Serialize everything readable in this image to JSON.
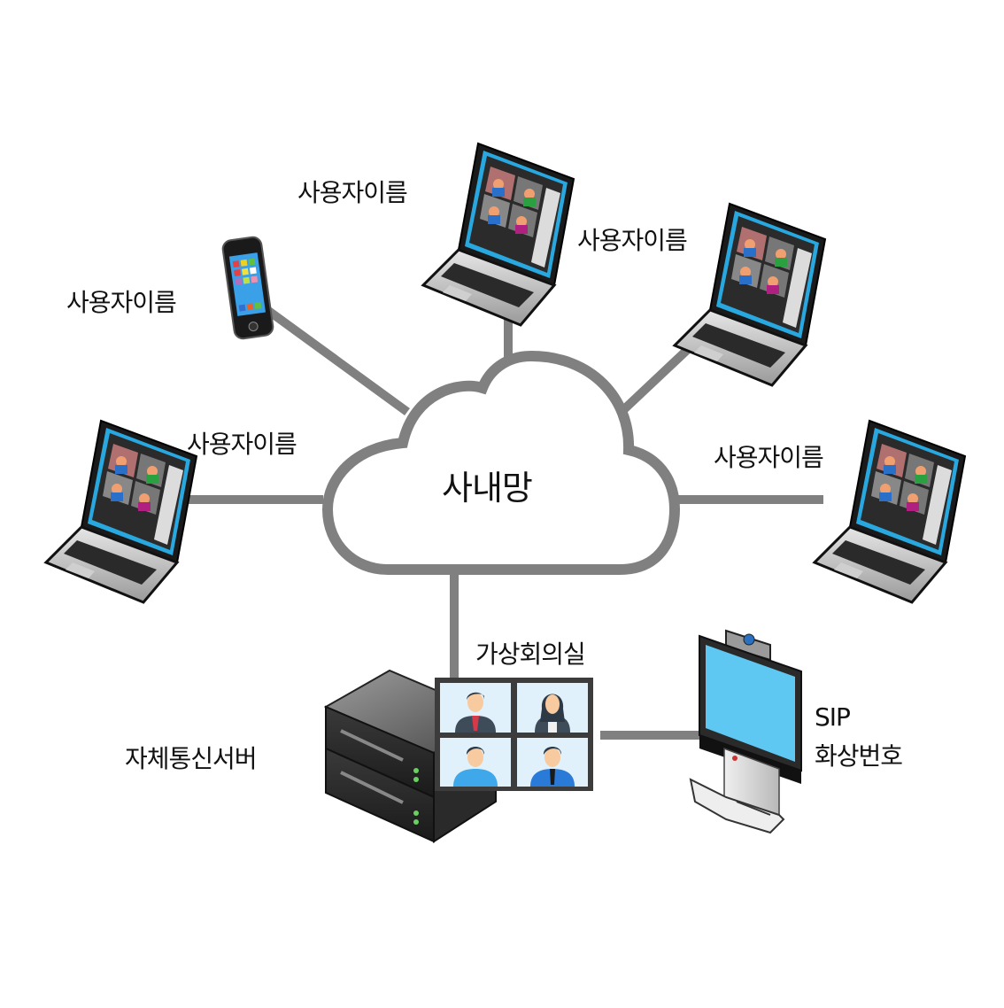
{
  "diagram": {
    "hub": {
      "label": "사내망",
      "icon": "cloud-icon"
    },
    "line_color": "#808080",
    "nodes": [
      {
        "id": "user-phone",
        "label": "사용자이름",
        "icon": "smartphone-icon"
      },
      {
        "id": "user-laptop-top",
        "label": "사용자이름",
        "icon": "laptop-icon"
      },
      {
        "id": "user-laptop-top-right",
        "label": "사용자이름",
        "icon": "laptop-icon"
      },
      {
        "id": "user-laptop-left",
        "label": "사용자이름",
        "icon": "laptop-icon"
      },
      {
        "id": "user-laptop-right",
        "label": "사용자이름",
        "icon": "laptop-icon"
      }
    ],
    "virtual_room": {
      "label": "가상회의실",
      "icon": "video-conference-grid-icon",
      "participants": 4
    },
    "server": {
      "label": "자체통신서버",
      "icon": "rack-server-icon"
    },
    "sip": {
      "label_line1": "SIP",
      "label_line2": "화상번호",
      "icon": "video-conference-terminal-icon"
    }
  }
}
